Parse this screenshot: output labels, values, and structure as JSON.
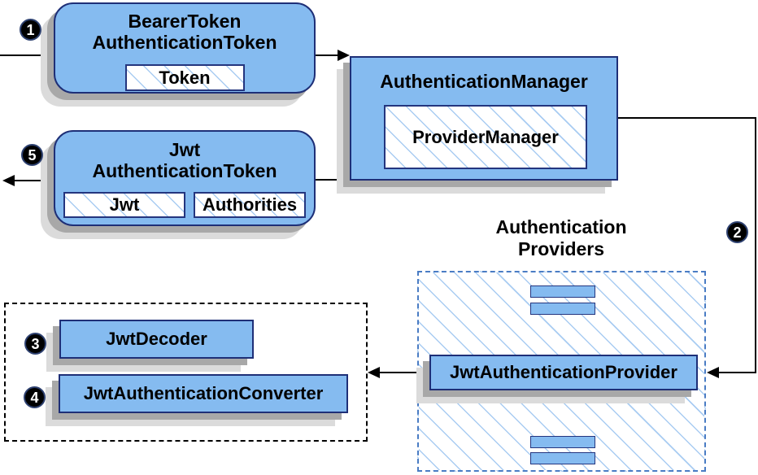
{
  "colors": {
    "node_fill": "#85BBF0",
    "node_border": "#1E2F77",
    "hatch_line": "#A9CCF2",
    "provider_dash_border": "#4A7CC4",
    "black_dash_border": "#000000",
    "shadow_dark": "#A8A8A8",
    "shadow_light": "#DBDBDB",
    "arrow": "#000000",
    "badge_bg": "#000000",
    "badge_text": "#FFFFFF"
  },
  "badges": {
    "step1": "1",
    "step2": "2",
    "step3": "3",
    "step4": "4",
    "step5": "5"
  },
  "bearer_box": {
    "title_line1": "BearerToken",
    "title_line2": "AuthenticationToken",
    "chip": "Token"
  },
  "auth_manager_box": {
    "title": "AuthenticationManager",
    "chip": "ProviderManager"
  },
  "jwt_box": {
    "title_line1": "Jwt",
    "title_line2": "AuthenticationToken",
    "chip_jwt": "Jwt",
    "chip_authorities": "Authorities"
  },
  "providers_group": {
    "title_line1": "Authentication",
    "title_line2": "Providers",
    "provider_box": "JwtAuthenticationProvider"
  },
  "decoder_group": {
    "decoder_box": "JwtDecoder",
    "converter_box": "JwtAuthenticationConverter"
  }
}
